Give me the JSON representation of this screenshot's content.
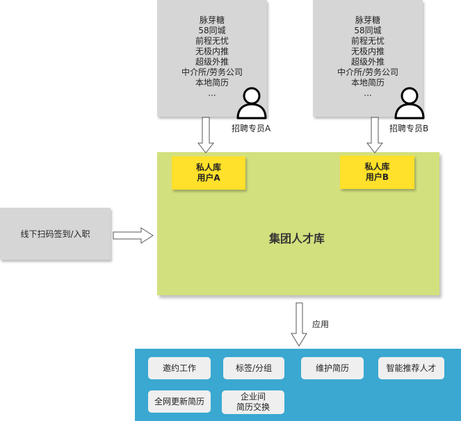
{
  "channels_a": [
    "脉芽糖",
    "58同城",
    "前程无忧",
    "无极内推",
    "超级外推",
    "中介所/劳务公司",
    "本地简历",
    "..."
  ],
  "channels_b": [
    "脉芽糖",
    "58同城",
    "前程无忧",
    "无极内推",
    "超级外推",
    "中介所/劳务公司",
    "本地简历",
    "..."
  ],
  "recruiter_a": "招聘专员A",
  "recruiter_b": "招聘专员B",
  "offline_label": "线下扫码签到/入职",
  "pool_title": "集团人才库",
  "private_a": {
    "line1": "私人库",
    "line2": "用户A"
  },
  "private_b": {
    "line1": "私人库",
    "line2": "用户B"
  },
  "apply_label": "应用",
  "apps": {
    "invite": "邀约工作",
    "tag": "标签/分组",
    "maintain": "维护简历",
    "recommend": "智能推荐人才",
    "update": "全网更新简历",
    "exchange_line1": "企业间",
    "exchange_line2": "简历交换"
  },
  "colors": {
    "gray_box": "#d6d6d6",
    "pool": "#d3e07e",
    "private": "#ffe02a",
    "apps_bg": "#3aa8d1",
    "app_btn": "#efefef"
  }
}
